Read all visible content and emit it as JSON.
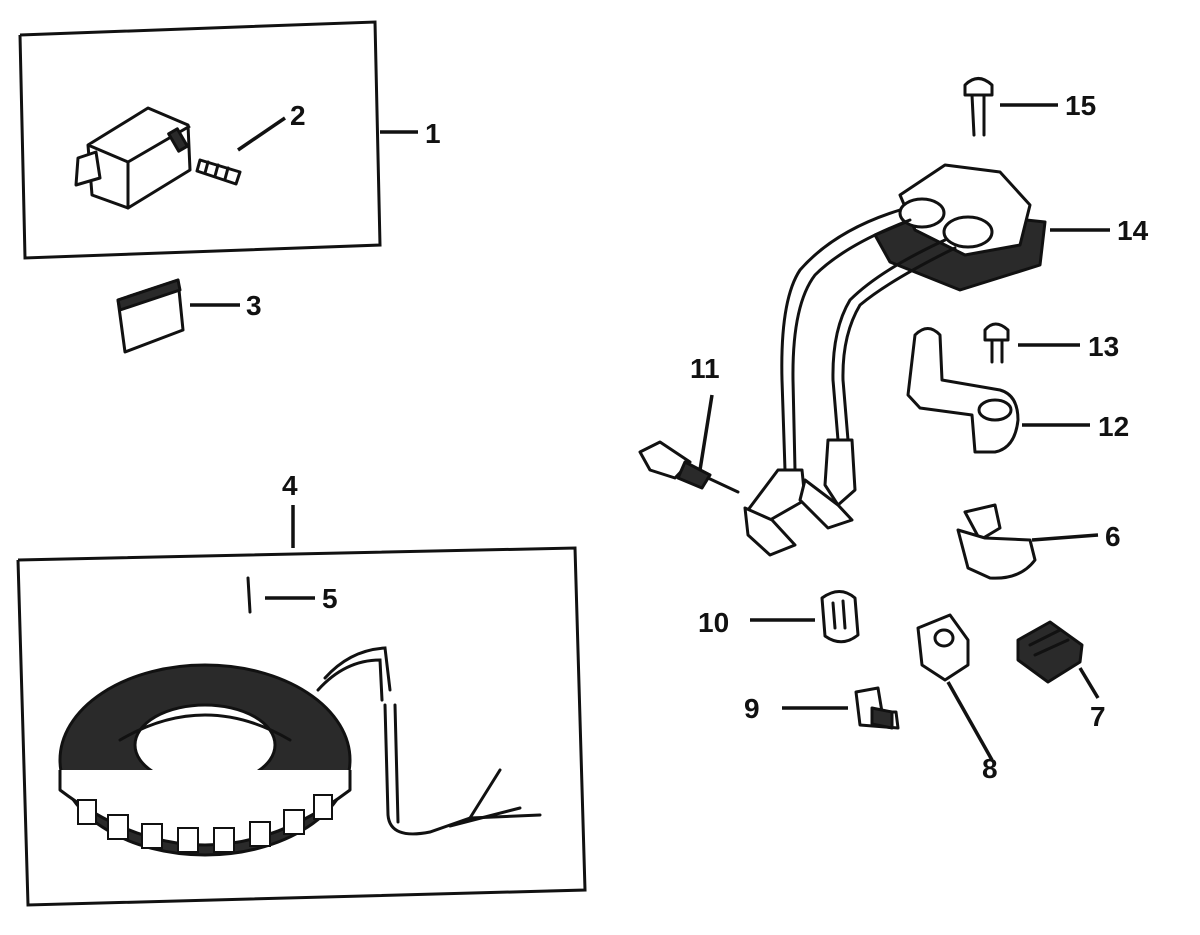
{
  "callouts": {
    "c1": "1",
    "c2": "2",
    "c3": "3",
    "c4": "4",
    "c5": "5",
    "c6": "6",
    "c7": "7",
    "c8": "8",
    "c9": "9",
    "c10": "10",
    "c11": "11",
    "c12": "12",
    "c13": "13",
    "c14": "14",
    "c15": "15"
  },
  "colors": {
    "ink": "#111111",
    "paper": "#ffffff",
    "fill_dark": "#2a2a2a"
  }
}
